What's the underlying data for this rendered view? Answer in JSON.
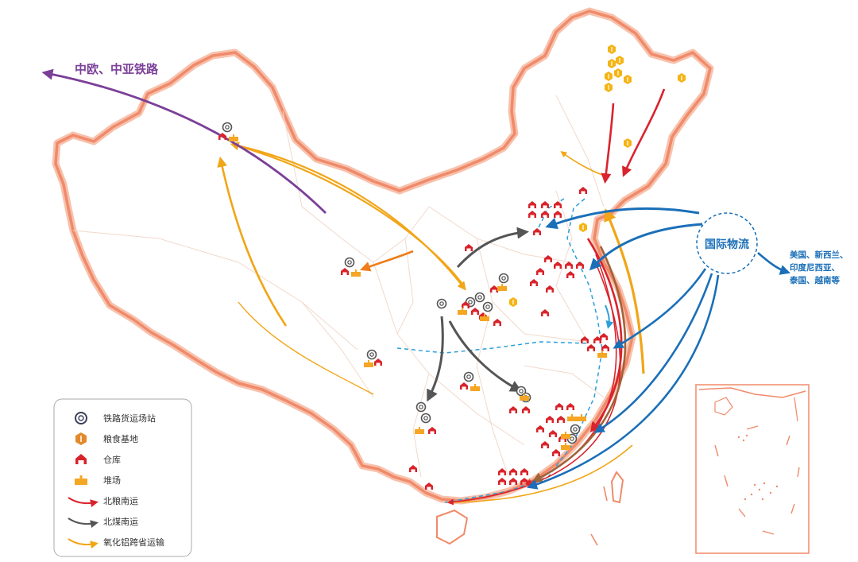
{
  "labels": {
    "rail_route": "中欧、中亚铁路",
    "intl_hub": "国际物流",
    "intl_destinations": [
      "美国、新西兰、",
      "印度尼西亚、",
      "泰国、越南等"
    ]
  },
  "legend": {
    "items": [
      {
        "icon": "rail-station-icon",
        "label": "铁路货运场站"
      },
      {
        "icon": "grain-base-icon",
        "label": "粮食基地"
      },
      {
        "icon": "warehouse-icon",
        "label": "仓库"
      },
      {
        "icon": "yard-icon",
        "label": "堆场"
      },
      {
        "icon": "red-arrow-icon",
        "label": "北粮南运"
      },
      {
        "icon": "dark-arrow-icon",
        "label": "北煤南运"
      },
      {
        "icon": "yellow-arrow-icon",
        "label": "氧化铝跨省运输"
      }
    ]
  },
  "colors": {
    "border": "#f08a6a",
    "border_glow": "#f7c2ad",
    "grain_route": "#d9232d",
    "coal_route": "#555555",
    "alumina_route": "#f2a516",
    "intl_route": "#1a6fb8",
    "rail_route": "#7b3f98",
    "warehouse": "#d8232a",
    "yard": "#f5a623",
    "grain_base": "#f5b414",
    "river": "#8fc7e8",
    "province_line": "#f1d9cc"
  }
}
